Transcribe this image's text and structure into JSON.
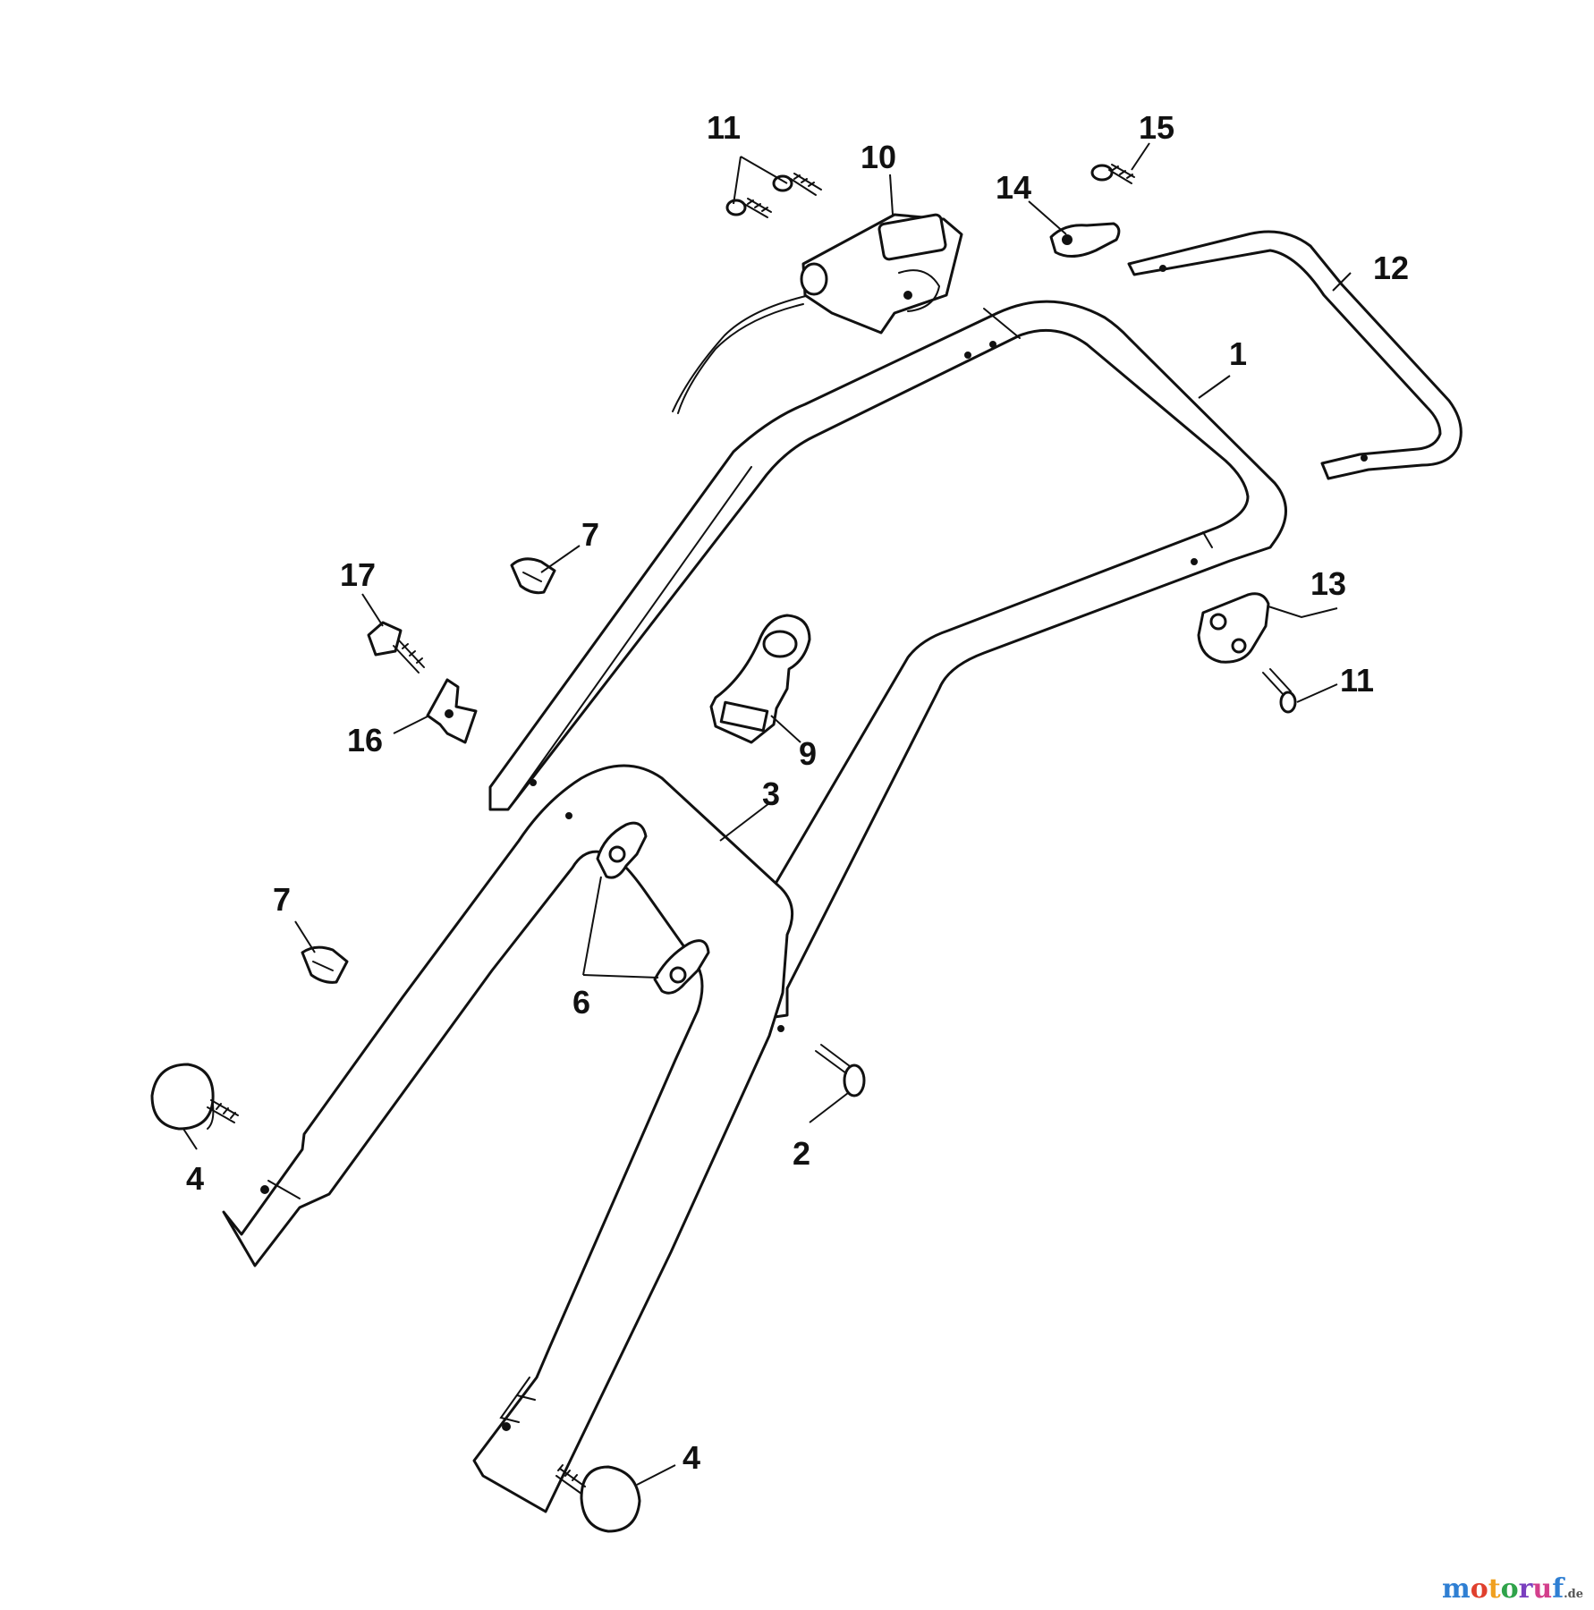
{
  "diagram": {
    "callouts": [
      {
        "label": "1"
      },
      {
        "label": "2"
      },
      {
        "label": "3"
      },
      {
        "label": "4"
      },
      {
        "label": "4"
      },
      {
        "label": "6"
      },
      {
        "label": "7"
      },
      {
        "label": "7"
      },
      {
        "label": "9"
      },
      {
        "label": "10"
      },
      {
        "label": "11"
      },
      {
        "label": "11"
      },
      {
        "label": "12"
      },
      {
        "label": "13"
      },
      {
        "label": "14"
      },
      {
        "label": "15"
      },
      {
        "label": "16"
      },
      {
        "label": "17"
      }
    ]
  },
  "watermark": {
    "letters": [
      "m",
      "o",
      "t",
      "o",
      "r",
      "u",
      "f"
    ],
    "tld": ".de"
  }
}
